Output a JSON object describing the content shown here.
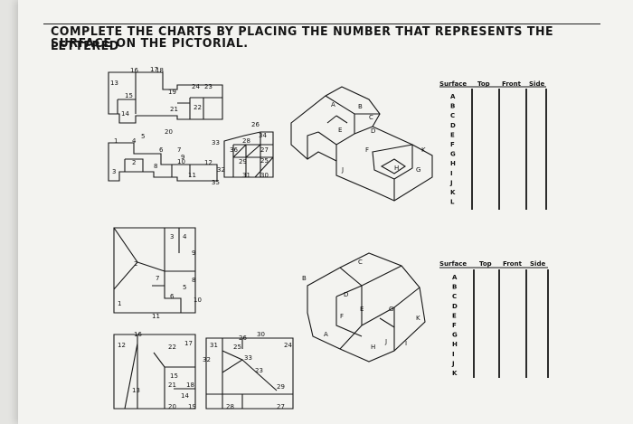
{
  "worksheet": {
    "title_line1": "COMPLETE THE CHARTS BY PLACING THE NUMBER THAT REPRESENTS THE LETTERED",
    "title_line2": "SURFACE ON THE PICTORIAL."
  },
  "table_headers": [
    "Surface",
    "Top",
    "Front",
    "Side"
  ],
  "problem1": {
    "surfaces": [
      "A",
      "B",
      "C",
      "D",
      "E",
      "F",
      "G",
      "H",
      "I",
      "J",
      "K",
      "L"
    ],
    "pictorial_labels": [
      "A",
      "B",
      "C",
      "D",
      "E",
      "F",
      "G",
      "H",
      "J",
      "K"
    ],
    "view_numbers": [
      "13",
      "16",
      "17",
      "18",
      "15",
      "14",
      "19",
      "20",
      "21",
      "22",
      "24",
      "23",
      "1",
      "4",
      "5",
      "6",
      "7",
      "2",
      "3",
      "8",
      "9",
      "10",
      "11",
      "12",
      "33",
      "36",
      "26",
      "34",
      "28",
      "27",
      "29",
      "25",
      "32",
      "31",
      "30",
      "35"
    ]
  },
  "problem2": {
    "surfaces": [
      "A",
      "B",
      "C",
      "D",
      "E",
      "F",
      "G",
      "H",
      "I",
      "J",
      "K"
    ],
    "pictorial_labels": [
      "A",
      "B",
      "C",
      "D",
      "E",
      "F",
      "G",
      "H",
      "I",
      "J",
      "K"
    ],
    "view_numbers": [
      "1",
      "2",
      "3",
      "4",
      "5",
      "6",
      "7",
      "8",
      "9",
      "10",
      "11",
      "12",
      "13",
      "14",
      "15",
      "16",
      "17",
      "18",
      "19",
      "20",
      "21",
      "22",
      "23",
      "24",
      "25",
      "26",
      "27",
      "28",
      "29",
      "30",
      "31",
      "32",
      "33"
    ]
  },
  "colors": {
    "ink": "#151515",
    "paper": "#f3f3f0",
    "background": "#e4e4e1"
  }
}
